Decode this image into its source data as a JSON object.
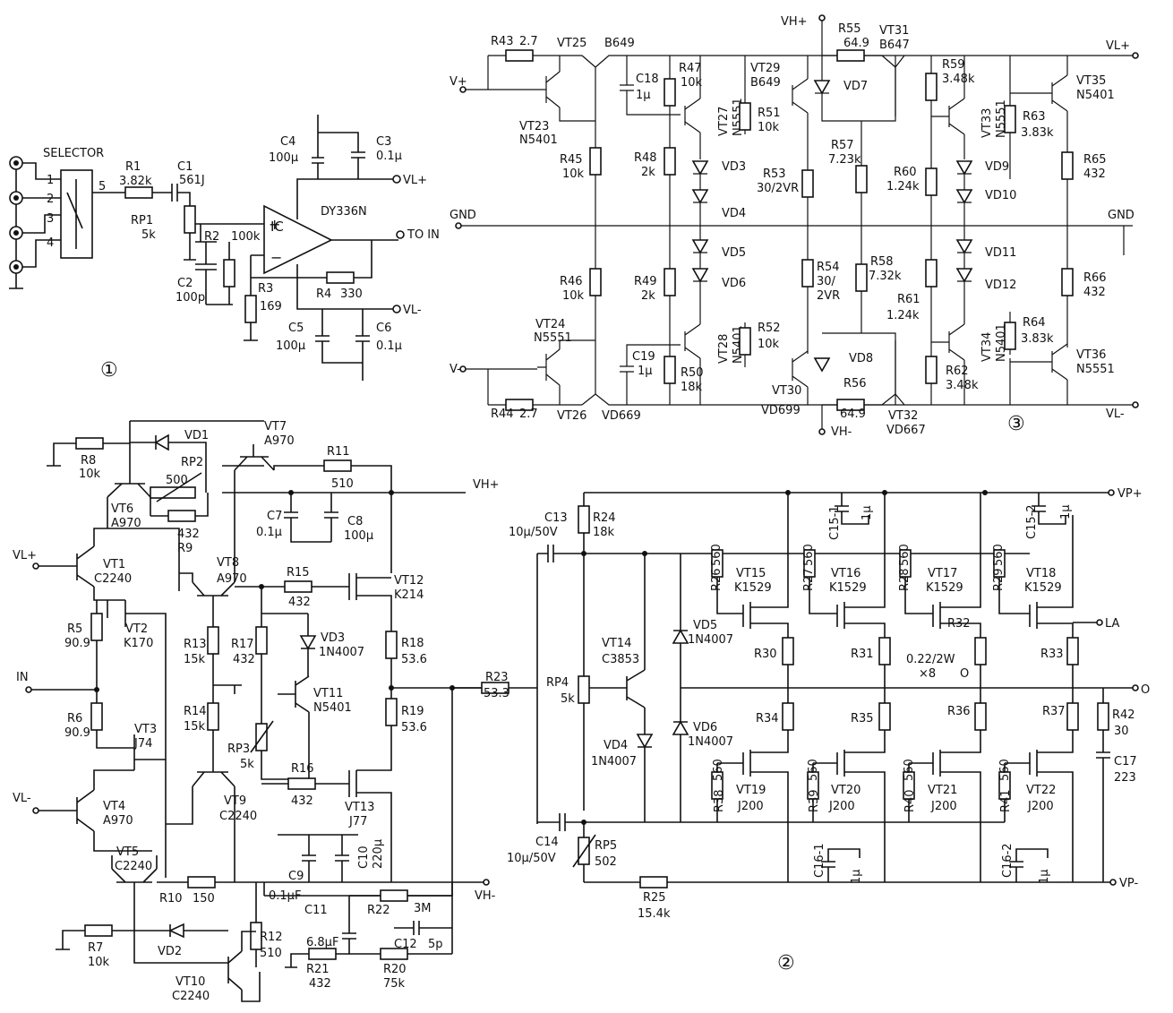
{
  "labels": {
    "selector": "SELECTOR",
    "pin1": "1",
    "pin2": "2",
    "pin3": "3",
    "pin4": "4",
    "pin5": "5",
    "r1": "R1",
    "r1v": "3.82k",
    "c1": "C1",
    "c1v": "561J",
    "rp1": "RP1",
    "rp1v": "5k",
    "r2": "R2",
    "r2v": "100k",
    "c2": "C2",
    "c2v": "100p",
    "r3": "R3",
    "r3v": "169",
    "r4": "R4",
    "r4v": "330",
    "c4": "C4",
    "c4v": "100μ",
    "c3": "C3",
    "c3v": "0.1μ",
    "c5": "C5",
    "c5v": "100μ",
    "c6": "C6",
    "c6v": "0.1μ",
    "ic": "IC",
    "icname": "DY336N",
    "toin": "TO IN",
    "vlp_1": "VL+",
    "vlm_1": "VL-",
    "circ1": "①",
    "r43": "R43",
    "r43v": "2.7",
    "r44": "R44",
    "r44v": "2.7",
    "vt25": "VT25",
    "vt25v": "B649",
    "vt26": "VT26",
    "vt26v": "VD669",
    "vt23": "VT23",
    "vt23v": "N5401",
    "vt24": "VT24",
    "vt24v": "N5551",
    "vplus3": "V+",
    "vminus3": "V-",
    "c18": "C18",
    "c18v": "1μ",
    "c19": "C19",
    "c19v": "1μ",
    "r47": "R47",
    "r47v": "10k",
    "r45": "R45",
    "r45v": "10k",
    "r46": "R46",
    "r46v": "10k",
    "r48": "R48",
    "r48v": "2k",
    "r49": "R49",
    "r49v": "2k",
    "r50": "R50",
    "r50v": "18k",
    "vt27": "VT27",
    "vt27v": "N5551",
    "vt28": "VT28",
    "vt28v": "N5401",
    "r51": "R51",
    "r51v": "10k",
    "r52": "R52",
    "r52v": "10k",
    "vt29": "VT29",
    "vt29v": "B649",
    "vt30": "VT30",
    "vt30v": "VD699",
    "vd3": "VD3",
    "vd4": "VD4",
    "vd5": "VD5",
    "vd6": "VD6",
    "r53": "R53",
    "r53v": "30/2VR",
    "r54": "R54",
    "r54v": "30/",
    "r54v2": "2VR",
    "gnd_l": "GND",
    "gnd_r": "GND",
    "vhp3": "VH+",
    "vhm3": "VH-",
    "r55": "R55",
    "r55v": "64.9",
    "r56": "R56",
    "r56v": "64.9",
    "vd7": "VD7",
    "vd8": "VD8",
    "r57": "R57",
    "r57v": "7.23k",
    "r58": "R58",
    "r58v": "7.32k",
    "vt31": "VT31",
    "vt31v": "B647",
    "vt32": "VT32",
    "vt32v": "VD667",
    "r59": "R59",
    "r59v": "3.48k",
    "r62": "R62",
    "r62v": "3.48k",
    "vt33": "VT33",
    "vt33v": "N5551",
    "vt34": "VT34",
    "vt34v": "N5401",
    "r63": "R63",
    "r63v": "3.83k",
    "r64": "R64",
    "r64v": "3.83k",
    "r60": "R60",
    "r60v": "1.24k",
    "r61": "R61",
    "r61v": "1.24k",
    "vd9": "VD9",
    "vd10": "VD10",
    "vd11": "VD11",
    "vd12": "VD12",
    "vt35": "VT35",
    "vt35v": "N5401",
    "vt36": "VT36",
    "vt36v": "N5551",
    "r65": "R65",
    "r65v": "432",
    "r66": "R66",
    "r66v": "432",
    "vlp3": "VL+",
    "vlm3": "VL-",
    "circ3": "③",
    "vd1": "VD1",
    "r8": "R8",
    "r8v": "10k",
    "rp2": "RP2",
    "rp2v": "500",
    "r9": "R9",
    "r9v": "432",
    "vt6": "VT6",
    "vt6v": "A970",
    "vt7": "VT7",
    "vt7v": "A970",
    "r11": "R11",
    "r11v": "510",
    "vhp2": "VH+",
    "c7": "C7",
    "c7v": "0.1μ",
    "c8": "C8",
    "c8v": "100μ",
    "vlp2": "VL+",
    "vt1": "VT1",
    "vt1v": "C2240",
    "vt8": "VT8",
    "vt8v": "A970",
    "r15": "R15",
    "r15v": "432",
    "vt12": "VT12",
    "vt12v": "K214",
    "r5": "R5",
    "r5v": "90.9",
    "vt2": "VT2",
    "vt2v": "K170",
    "r13": "R13",
    "r13v": "15k",
    "r17": "R17",
    "r17v": "432",
    "vd3b": "VD3",
    "vd3bv": "1N4007",
    "r18": "R18",
    "r18v": "53.6",
    "in": "IN",
    "r6": "R6",
    "r6v": "90.9",
    "r14": "R14",
    "r14v": "15k",
    "vt11": "VT11",
    "vt11v": "N5401",
    "r19": "R19",
    "r19v": "53.6",
    "r23": "R23",
    "r23v": "53.3",
    "vt3": "VT3",
    "vt3v": "J74",
    "rp3": "RP3",
    "rp3v": "5k",
    "vlm2": "VL-",
    "vt4": "VT4",
    "vt4v": "A970",
    "vt9": "VT9",
    "vt9v": "C2240",
    "r16": "R16",
    "r16v": "432",
    "vt13": "VT13",
    "vt13v": "J77",
    "vt5": "VT5",
    "vt5v": "C2240",
    "c9": "C9",
    "c9v": "0.1μF",
    "c10": "C10",
    "c10v": "220μ",
    "vhm2": "VH-",
    "r10": "R10",
    "r10v": "150",
    "vd2": "VD2",
    "c11": "C11",
    "c11v": "6.8μF",
    "r22": "R22",
    "r22v": "3M",
    "c12": "C12",
    "c12v": "5p",
    "r7": "R7",
    "r7v": "10k",
    "r12": "R12",
    "r12v": "510",
    "r21": "R21",
    "r21v": "432",
    "r20": "R20",
    "r20v": "75k",
    "vt10": "VT10",
    "vt10v": "C2240",
    "c13": "C13",
    "c13v": "10μ/50V",
    "r24": "R24",
    "r24v": "18k",
    "c15_1": "C15-1",
    "c15_1v": "1μ",
    "c15_2": "C15-2",
    "c15_2v": "1μ",
    "vpp": "VP+",
    "vpm": "VP-",
    "r26": "R26",
    "r26v": "560",
    "r27": "R27",
    "r27v": "560",
    "r28": "R28",
    "r28v": "560",
    "r29": "R29",
    "r29v": "560",
    "vt15": "VT15",
    "vt15v": "K1529",
    "vt16": "VT16",
    "vt16v": "K1529",
    "vt17": "VT17",
    "vt17v": "K1529",
    "vt18": "VT18",
    "vt18v": "K1529",
    "la": "LA",
    "vt14": "VT14",
    "vt14v": "C3853",
    "vd5b": "VD5",
    "vd5bv": "1N4007",
    "r30": "R30",
    "r31": "R31",
    "r32": "R32",
    "r32v": "0.22/2W",
    "r32v2": "×8",
    "r32v3": "O",
    "r33": "R33",
    "rp4": "RP4",
    "rp4v": "5k",
    "out_o": "O",
    "r42": "R42",
    "r42v": "30",
    "vd4b": "VD4",
    "vd4bv": "1N4007",
    "vd6b": "VD6",
    "vd6bv": "1N4007",
    "r34": "R34",
    "r35": "R35",
    "r36": "R36",
    "r37": "R37",
    "c17": "C17",
    "c17v": "223",
    "r38": "R38",
    "r38v": "560",
    "r39": "R39",
    "r39v": "560",
    "r40": "R40",
    "r40v": "560",
    "r41": "R41",
    "r41v": "560",
    "vt19": "VT19",
    "vt19v": "J200",
    "vt20": "VT20",
    "vt20v": "J200",
    "vt21": "VT21",
    "vt21v": "J200",
    "vt22": "VT22",
    "vt22v": "J200",
    "c14": "C14",
    "c14v": "10μ/50V",
    "rp5": "RP5",
    "rp5v": "502",
    "c16_1": "C16-1",
    "c16_1v": "1μ",
    "c16_2": "C16-2",
    "c16_2v": "1μ",
    "r25": "R25",
    "r25v": "15.4k",
    "circ2": "②"
  }
}
